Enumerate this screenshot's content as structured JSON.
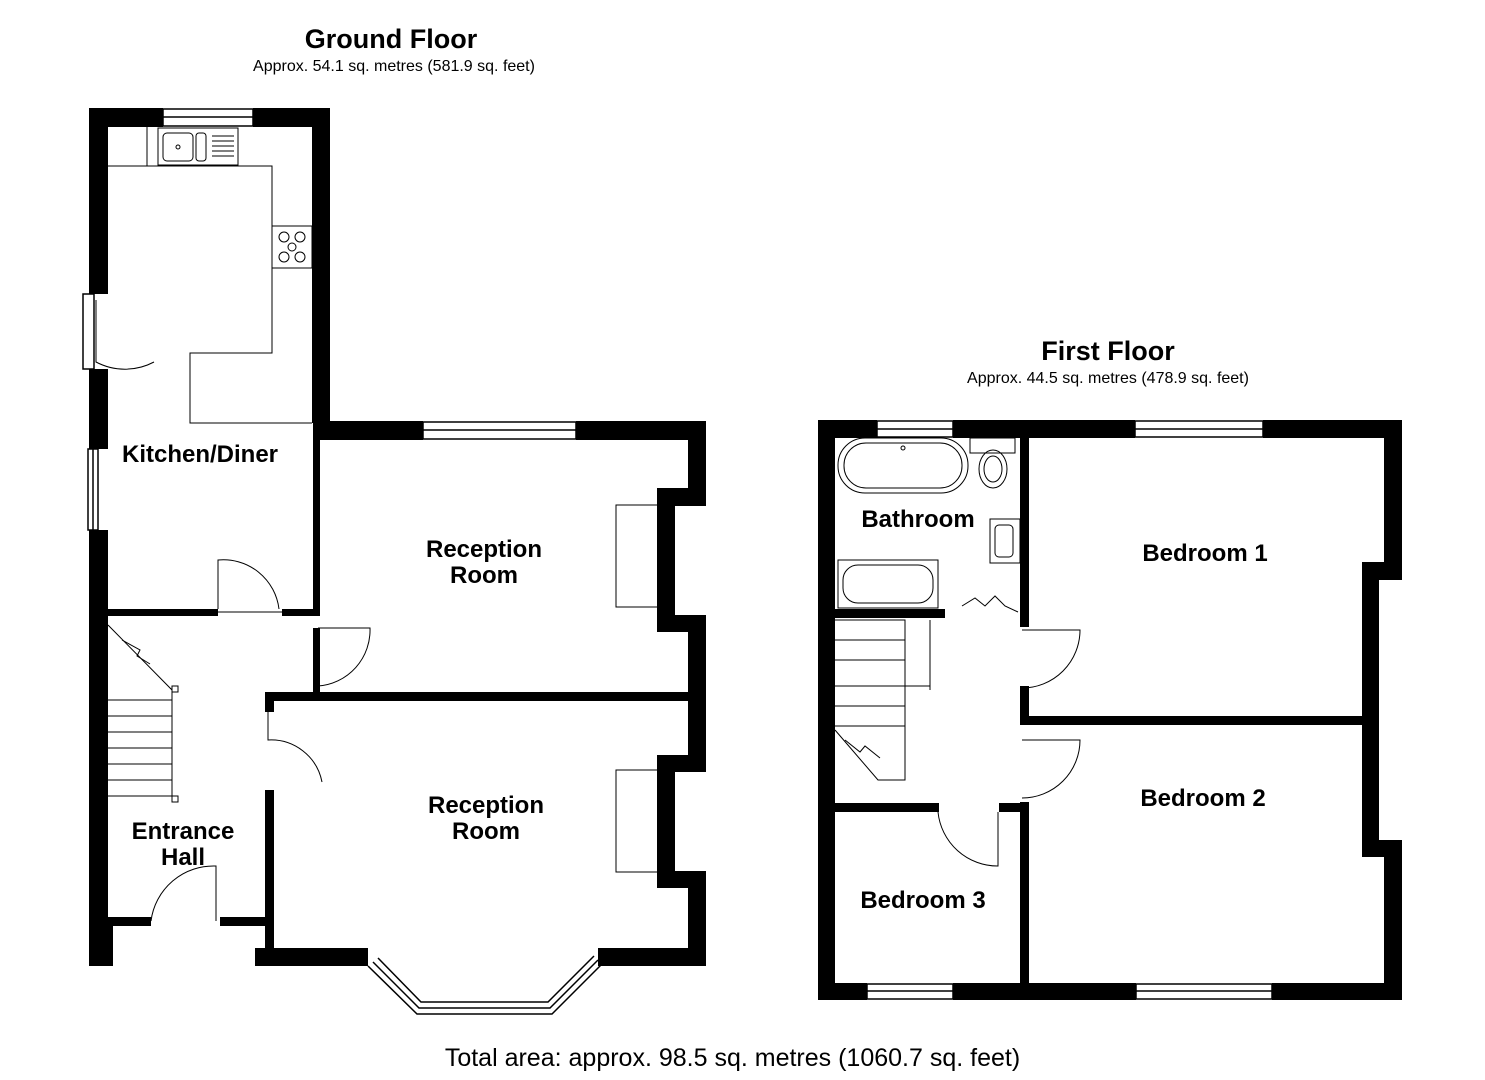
{
  "ground_floor": {
    "title": "Ground Floor",
    "area": "Approx. 54.1 sq. metres (581.9 sq. feet)",
    "rooms": {
      "kitchen": "Kitchen/Diner",
      "reception_upper": [
        "Reception",
        "Room"
      ],
      "reception_lower": [
        "Reception",
        "Room"
      ],
      "entrance": [
        "Entrance",
        "Hall"
      ]
    }
  },
  "first_floor": {
    "title": "First Floor",
    "area": "Approx. 44.5 sq. metres (478.9 sq. feet)",
    "rooms": {
      "bathroom": "Bathroom",
      "bedroom1": "Bedroom 1",
      "bedroom2": "Bedroom 2",
      "bedroom3": "Bedroom 3"
    }
  },
  "total": "Total area: approx. 98.5 sq. metres (1060.7 sq. feet)"
}
